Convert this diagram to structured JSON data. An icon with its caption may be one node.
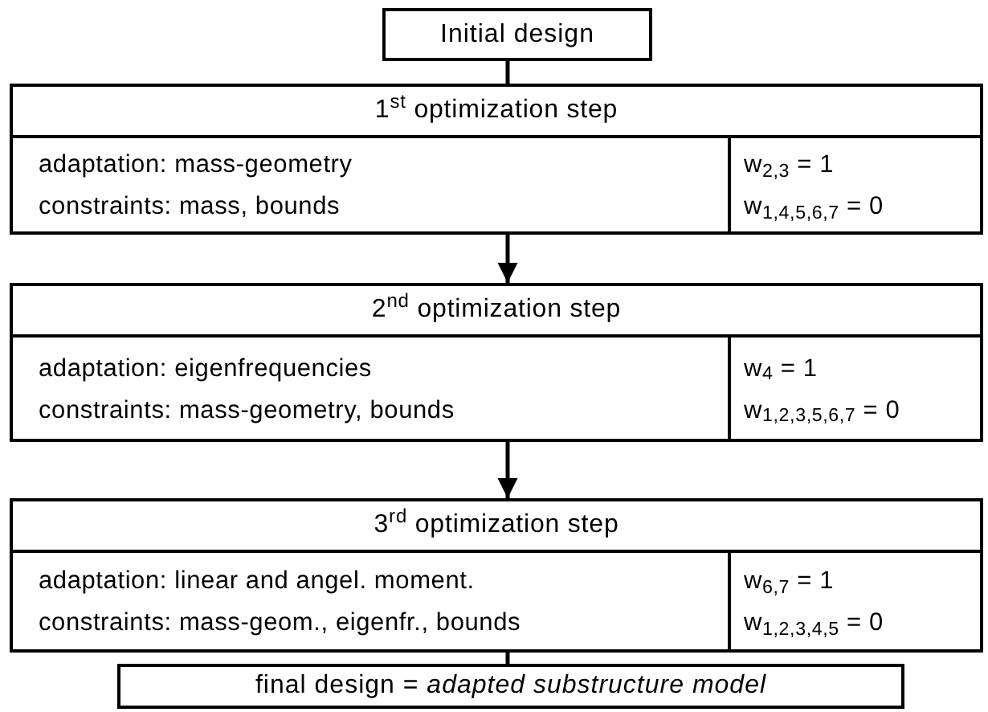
{
  "diagram": {
    "nodes": [
      {
        "text": [
          "Initial design"
        ]
      },
      {
        "text": [
          "1$^{st}$ optimization step"
        ]
      },
      {
        "text": [
          "adaptation: mass-geometry",
          "constraints: mass, bounds"
        ],
        "in": 1
      },
      {
        "text": [
          "w$_{2,3}$ = 1",
          "w$_{1,4,5,6,7}$ = 0"
        ],
        "in": 1
      },
      {
        "text": [
          "2$^{nd}$ optimization step"
        ]
      },
      {
        "text": [
          "adaptation: eigenfrequencies",
          "constraints: mass-geometry, bounds"
        ],
        "in": 4
      },
      {
        "text": [
          "w$_{4}$ = 1",
          "w$_{1,2,3,5,6,7}$ = 0"
        ],
        "in": 4
      },
      {
        "text": [
          "3$^{rd}$ optimization step"
        ]
      },
      {
        "text": [
          "adaptation: linear and angel. moment.",
          "constraints: mass-geom., eigenfr., bounds"
        ],
        "in": 7
      },
      {
        "text": [
          "w$_{6,7}$ = 1",
          "w$_{1,2,3,4,5}$ = 0"
        ],
        "in": 7
      },
      {
        "text": [
          "final design = *adapted substructure model*"
        ]
      }
    ],
    "edges": [
      {
        "from": 0,
        "to": 1,
        "arrow": "none"
      },
      {
        "from": 1,
        "to": 4,
        "arrow": "to"
      },
      {
        "from": 4,
        "to": 7,
        "arrow": "to"
      },
      {
        "from": 7,
        "to": 10,
        "arrow": "none"
      }
    ]
  }
}
